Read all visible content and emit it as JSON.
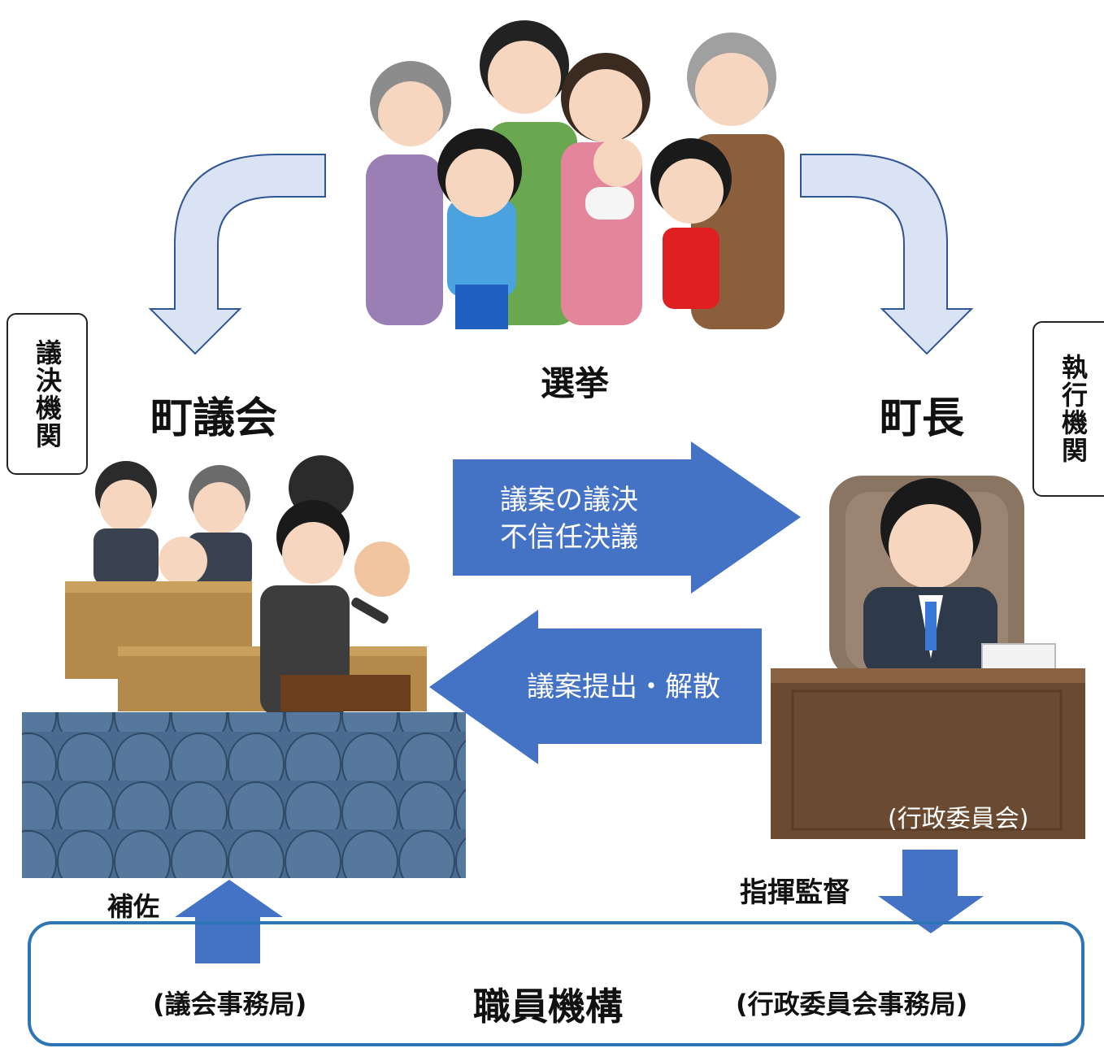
{
  "side_labels": {
    "left": "議決機関",
    "right": "執行機関"
  },
  "election": {
    "label": "選挙"
  },
  "council": {
    "title": "町議会"
  },
  "mayor": {
    "title": "町長",
    "committee_label": "(行政委員会)"
  },
  "arrows": {
    "to_mayor_lines": [
      "議案の議決",
      "不信任決議"
    ],
    "to_council": "議案提出・解散",
    "support": "補佐",
    "supervision": "指揮監督"
  },
  "staff": {
    "title": "職員機構",
    "left": "(議会事務局)",
    "right": "(行政委員会事務局)"
  },
  "colors": {
    "blue_arrow": "#4472c4",
    "light_arrow_fill": "#dae3f3",
    "light_arrow_stroke": "#2f5597",
    "staff_border": "#2e75b6"
  },
  "illustrations": [
    "family-illustration",
    "council-members-illustration",
    "audience-illustration",
    "mayor-at-desk-illustration"
  ]
}
